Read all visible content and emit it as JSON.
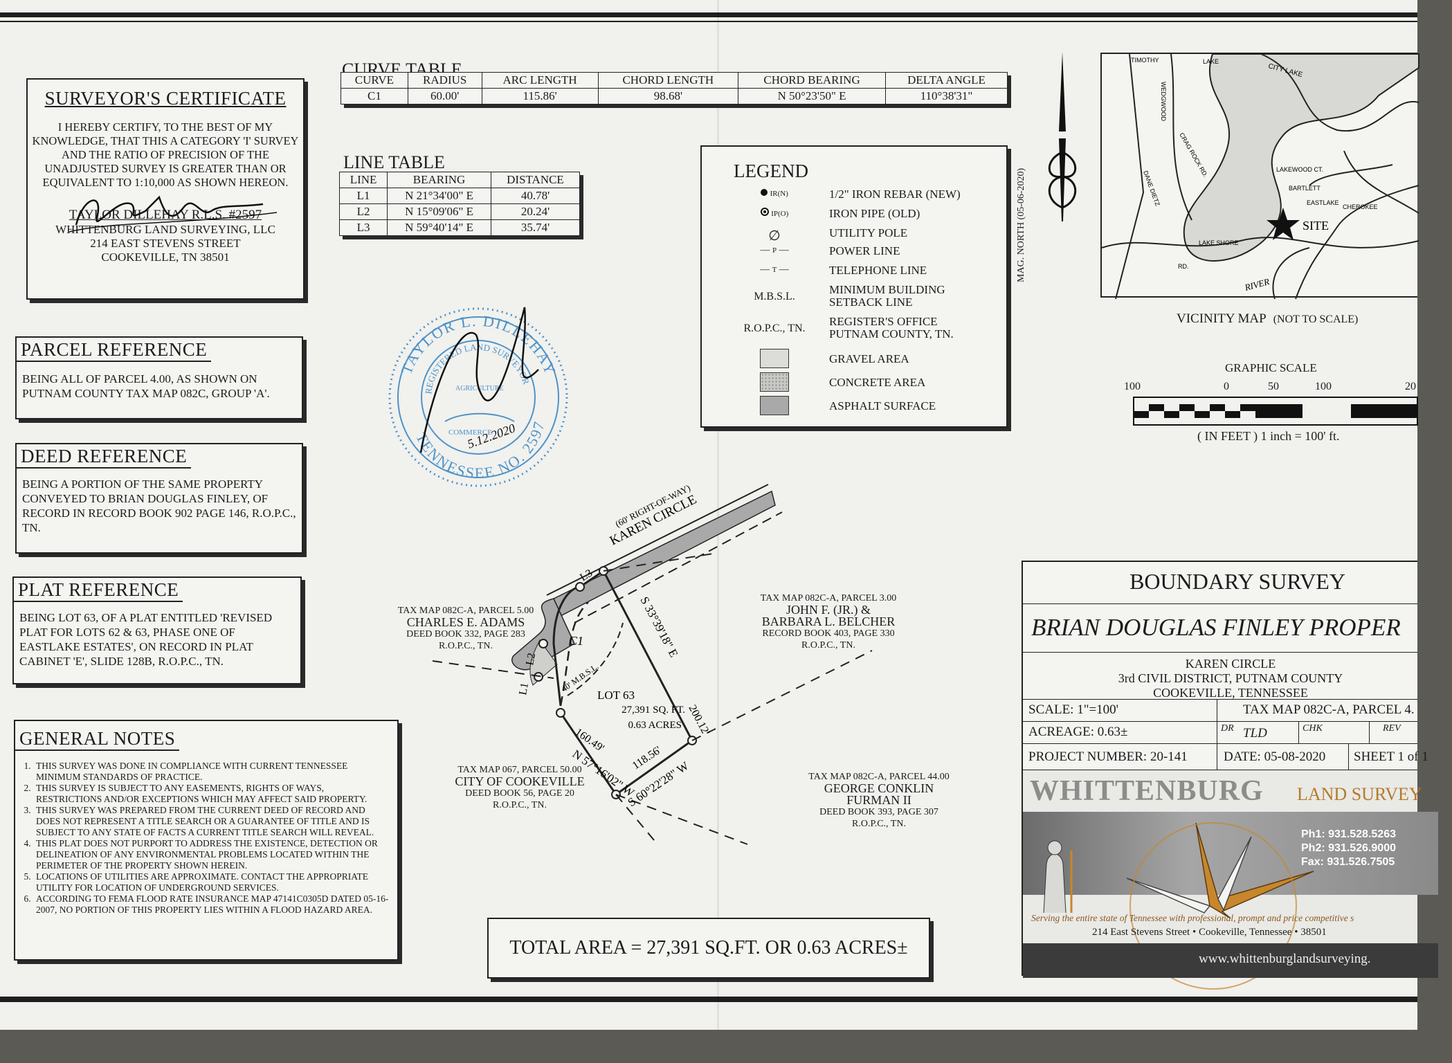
{
  "surveyor": {
    "title": "SURVEYOR'S CERTIFICATE",
    "text": "I HEREBY CERTIFY, TO THE BEST OF MY KNOWLEDGE, THAT THIS A CATEGORY 'I' SURVEY AND THE RATIO OF PRECISION OF THE UNADJUSTED SURVEY IS GREATER THAN OR EQUIVALENT TO 1:10,000 AS SHOWN HEREON.",
    "name": "TAYLOR DILLEHAY R.L.S. #2597",
    "company": "WHITTENBURG LAND SURVEYING, LLC",
    "street": "214 EAST STEVENS STREET",
    "city": "COOKEVILLE, TN 38501",
    "signature": "Taylor Dillehay"
  },
  "parcel_ref": {
    "title": "PARCEL REFERENCE",
    "text": "BEING ALL OF PARCEL 4.00, AS SHOWN ON PUTNAM COUNTY TAX MAP 082C, GROUP 'A'."
  },
  "deed_ref": {
    "title": "DEED REFERENCE",
    "text": "BEING A PORTION OF THE SAME PROPERTY CONVEYED TO BRIAN DOUGLAS FINLEY, OF RECORD IN RECORD BOOK 902 PAGE 146, R.O.P.C., TN."
  },
  "plat_ref": {
    "title": "PLAT REFERENCE",
    "text": "BEING LOT 63, OF A PLAT ENTITLED 'REVISED PLAT FOR LOTS 62 & 63, PHASE ONE OF EASTLAKE ESTATES', ON RECORD IN PLAT CABINET 'E', SLIDE 128B, R.O.P.C., TN."
  },
  "general_notes": {
    "title": "GENERAL NOTES",
    "items": [
      "THIS SURVEY WAS DONE IN COMPLIANCE WITH CURRENT TENNESSEE MINIMUM STANDARDS OF PRACTICE.",
      "THIS SURVEY IS SUBJECT TO ANY EASEMENTS, RIGHTS OF WAYS, RESTRICTIONS AND/OR EXCEPTIONS WHICH MAY AFFECT SAID PROPERTY.",
      "THIS SURVEY WAS PREPARED FROM THE CURRENT DEED OF RECORD AND DOES NOT REPRESENT A TITLE SEARCH OR A GUARANTEE OF TITLE AND IS SUBJECT TO ANY STATE OF FACTS A CURRENT TITLE SEARCH WILL REVEAL.",
      "THIS PLAT DOES NOT PURPORT TO ADDRESS THE EXISTENCE, DETECTION OR DELINEATION OF ANY ENVIRONMENTAL PROBLEMS LOCATED WITHIN THE PERIMETER OF THE PROPERTY SHOWN HEREIN.",
      "LOCATIONS OF UTILITIES ARE APPROXIMATE. CONTACT THE APPROPRIATE UTILITY FOR LOCATION OF UNDERGROUND SERVICES.",
      "ACCORDING TO FEMA FLOOD RATE INSURANCE MAP 47141C0305D DATED 05-16-2007, NO PORTION OF THIS PROPERTY LIES WITHIN A FLOOD HAZARD AREA."
    ]
  },
  "curve_table": {
    "title": "CURVE TABLE",
    "headers": [
      "CURVE",
      "RADIUS",
      "ARC LENGTH",
      "CHORD LENGTH",
      "CHORD BEARING",
      "DELTA ANGLE"
    ],
    "rows": [
      [
        "C1",
        "60.00'",
        "115.86'",
        "98.68'",
        "N 50°23'50\" E",
        "110°38'31\""
      ]
    ]
  },
  "line_table": {
    "title": "LINE TABLE",
    "headers": [
      "LINE",
      "BEARING",
      "DISTANCE"
    ],
    "rows": [
      [
        "L1",
        "N 21°34'00\" E",
        "40.78'"
      ],
      [
        "L2",
        "N 15°09'06\" E",
        "20.24'"
      ],
      [
        "L3",
        "N 59°40'14\" E",
        "35.74'"
      ]
    ]
  },
  "legend": {
    "title": "LEGEND",
    "items": [
      {
        "symbol": "IR(N)",
        "label": "1/2\" IRON REBAR (NEW)"
      },
      {
        "symbol": "IP(O)",
        "label": "IRON PIPE (OLD)"
      },
      {
        "symbol": "",
        "label": "UTILITY POLE"
      },
      {
        "symbol": "P",
        "label": "POWER LINE"
      },
      {
        "symbol": "T",
        "label": "TELEPHONE LINE"
      },
      {
        "symbol": "M.B.S.L.",
        "label": "MINIMUM BUILDING SETBACK LINE"
      },
      {
        "symbol": "R.O.P.C., TN.",
        "label": "REGISTER'S OFFICE PUTNAM COUNTY, TN."
      },
      {
        "symbol": "",
        "label": "GRAVEL AREA"
      },
      {
        "symbol": "",
        "label": "CONCRETE AREA"
      },
      {
        "symbol": "",
        "label": "ASPHALT SURFACE"
      }
    ]
  },
  "north_arrow": {
    "label": "MAG. NORTH (05-06-2020)"
  },
  "vicinity": {
    "caption": "VICINITY MAP",
    "note": "(NOT TO SCALE)",
    "site": "SITE",
    "streets": [
      "TIMOTHY",
      "WEDGWOOD",
      "LAKE",
      "CITY LAKE",
      "CRAG ROCK RD.",
      "DANE DIETZ",
      "LAKEWOOD CT.",
      "BARTLETT",
      "EASTLAKE",
      "CHEROKEE",
      "LAKE SHORE",
      "RIVER",
      "RD."
    ]
  },
  "graphic_scale": {
    "title": "GRAPHIC SCALE",
    "ticks": [
      "100",
      "0",
      "50",
      "100",
      "20"
    ],
    "note": "( IN FEET ) 1 inch = 100' ft."
  },
  "seal": {
    "outer": "TAYLOR L. DILLEHAY",
    "inner": "REGISTERED LAND SURVEYOR",
    "ag": "AGRICULTURE",
    "commerce": "COMMERCE",
    "bottom": "TENNESSEE NO. 2597",
    "date": "5.12.2020"
  },
  "plat": {
    "road": "KAREN CIRCLE",
    "row": "(60' RIGHT-OF-WAY)",
    "lot": "LOT 63",
    "sqft": "27,391 SQ. FT.",
    "acres": "0.63 ACRES",
    "mbsl": "40' M.B.S.L.",
    "c1": "C1",
    "l1": "L1",
    "l2": "L2",
    "l3": "L3",
    "dist_east": "200.12'",
    "bear_east": "S 33°39'18\" E",
    "dist_south": "118.56'",
    "bear_south": "S 60°22'28\" W",
    "dist_west": "160.49'",
    "bear_west": "N 57°16'02\" W",
    "adams": {
      "map": "TAX MAP 082C-A, PARCEL 5.00",
      "owner": "CHARLES E. ADAMS",
      "deed": "DEED BOOK 332, PAGE 283",
      "ropc": "R.O.P.C., TN."
    },
    "belcher": {
      "map": "TAX MAP 082C-A, PARCEL 3.00",
      "owner1": "JOHN F. (JR.) &",
      "owner2": "BARBARA L. BELCHER",
      "deed": "RECORD BOOK 403, PAGE 330",
      "ropc": "R.O.P.C., TN."
    },
    "city": {
      "map": "TAX MAP 067, PARCEL 50.00",
      "owner": "CITY OF COOKEVILLE",
      "deed": "DEED BOOK 56, PAGE 20",
      "ropc": "R.O.P.C., TN."
    },
    "furman": {
      "map": "TAX MAP 082C-A, PARCEL 44.00",
      "owner1": "GEORGE CONKLIN",
      "owner2": "FURMAN II",
      "deed": "DEED BOOK 393, PAGE 307",
      "ropc": "R.O.P.C., TN."
    }
  },
  "total_area": "TOTAL AREA = 27,391 SQ.FT. OR 0.63 ACRES±",
  "title_block": {
    "heading": "BOUNDARY SURVEY",
    "owner": "BRIAN DOUGLAS FINLEY PROPER",
    "location1": "KAREN CIRCLE",
    "location2": "3rd CIVIL DISTRICT, PUTNAM COUNTY",
    "location3": "COOKEVILLE, TENNESSEE",
    "scale": "SCALE: 1\"=100'",
    "taxmap": "TAX MAP 082C-A, PARCEL 4.",
    "acreage": "ACREAGE: 0.63±",
    "dr": "DR",
    "dr_val": "TLD",
    "chk": "CHK",
    "rev": "REV",
    "project": "PROJECT NUMBER: 20-141",
    "date": "DATE: 05-08-2020",
    "sheet": "SHEET 1 of 1"
  },
  "company": {
    "name_big": "WHITTENBURG",
    "name_small": "LAND SURVEY",
    "ph1": "Ph1: 931.528.5263",
    "ph2": "Ph2: 931.526.9000",
    "fax": "Fax: 931.526.7505",
    "tagline": "Serving the entire state of Tennessee with professional, prompt and price competitive s",
    "address": "214 East Stevens Street  •  Cookeville, Tennessee  •  38501",
    "website": "www.whittenburglandsurveying."
  },
  "colors": {
    "paper": "#f1f1ee",
    "ink": "#1c1c1c",
    "seal_blue": "#4d93c9",
    "logo_orange": "#c8862d",
    "asphalt": "#a9a9a9"
  }
}
